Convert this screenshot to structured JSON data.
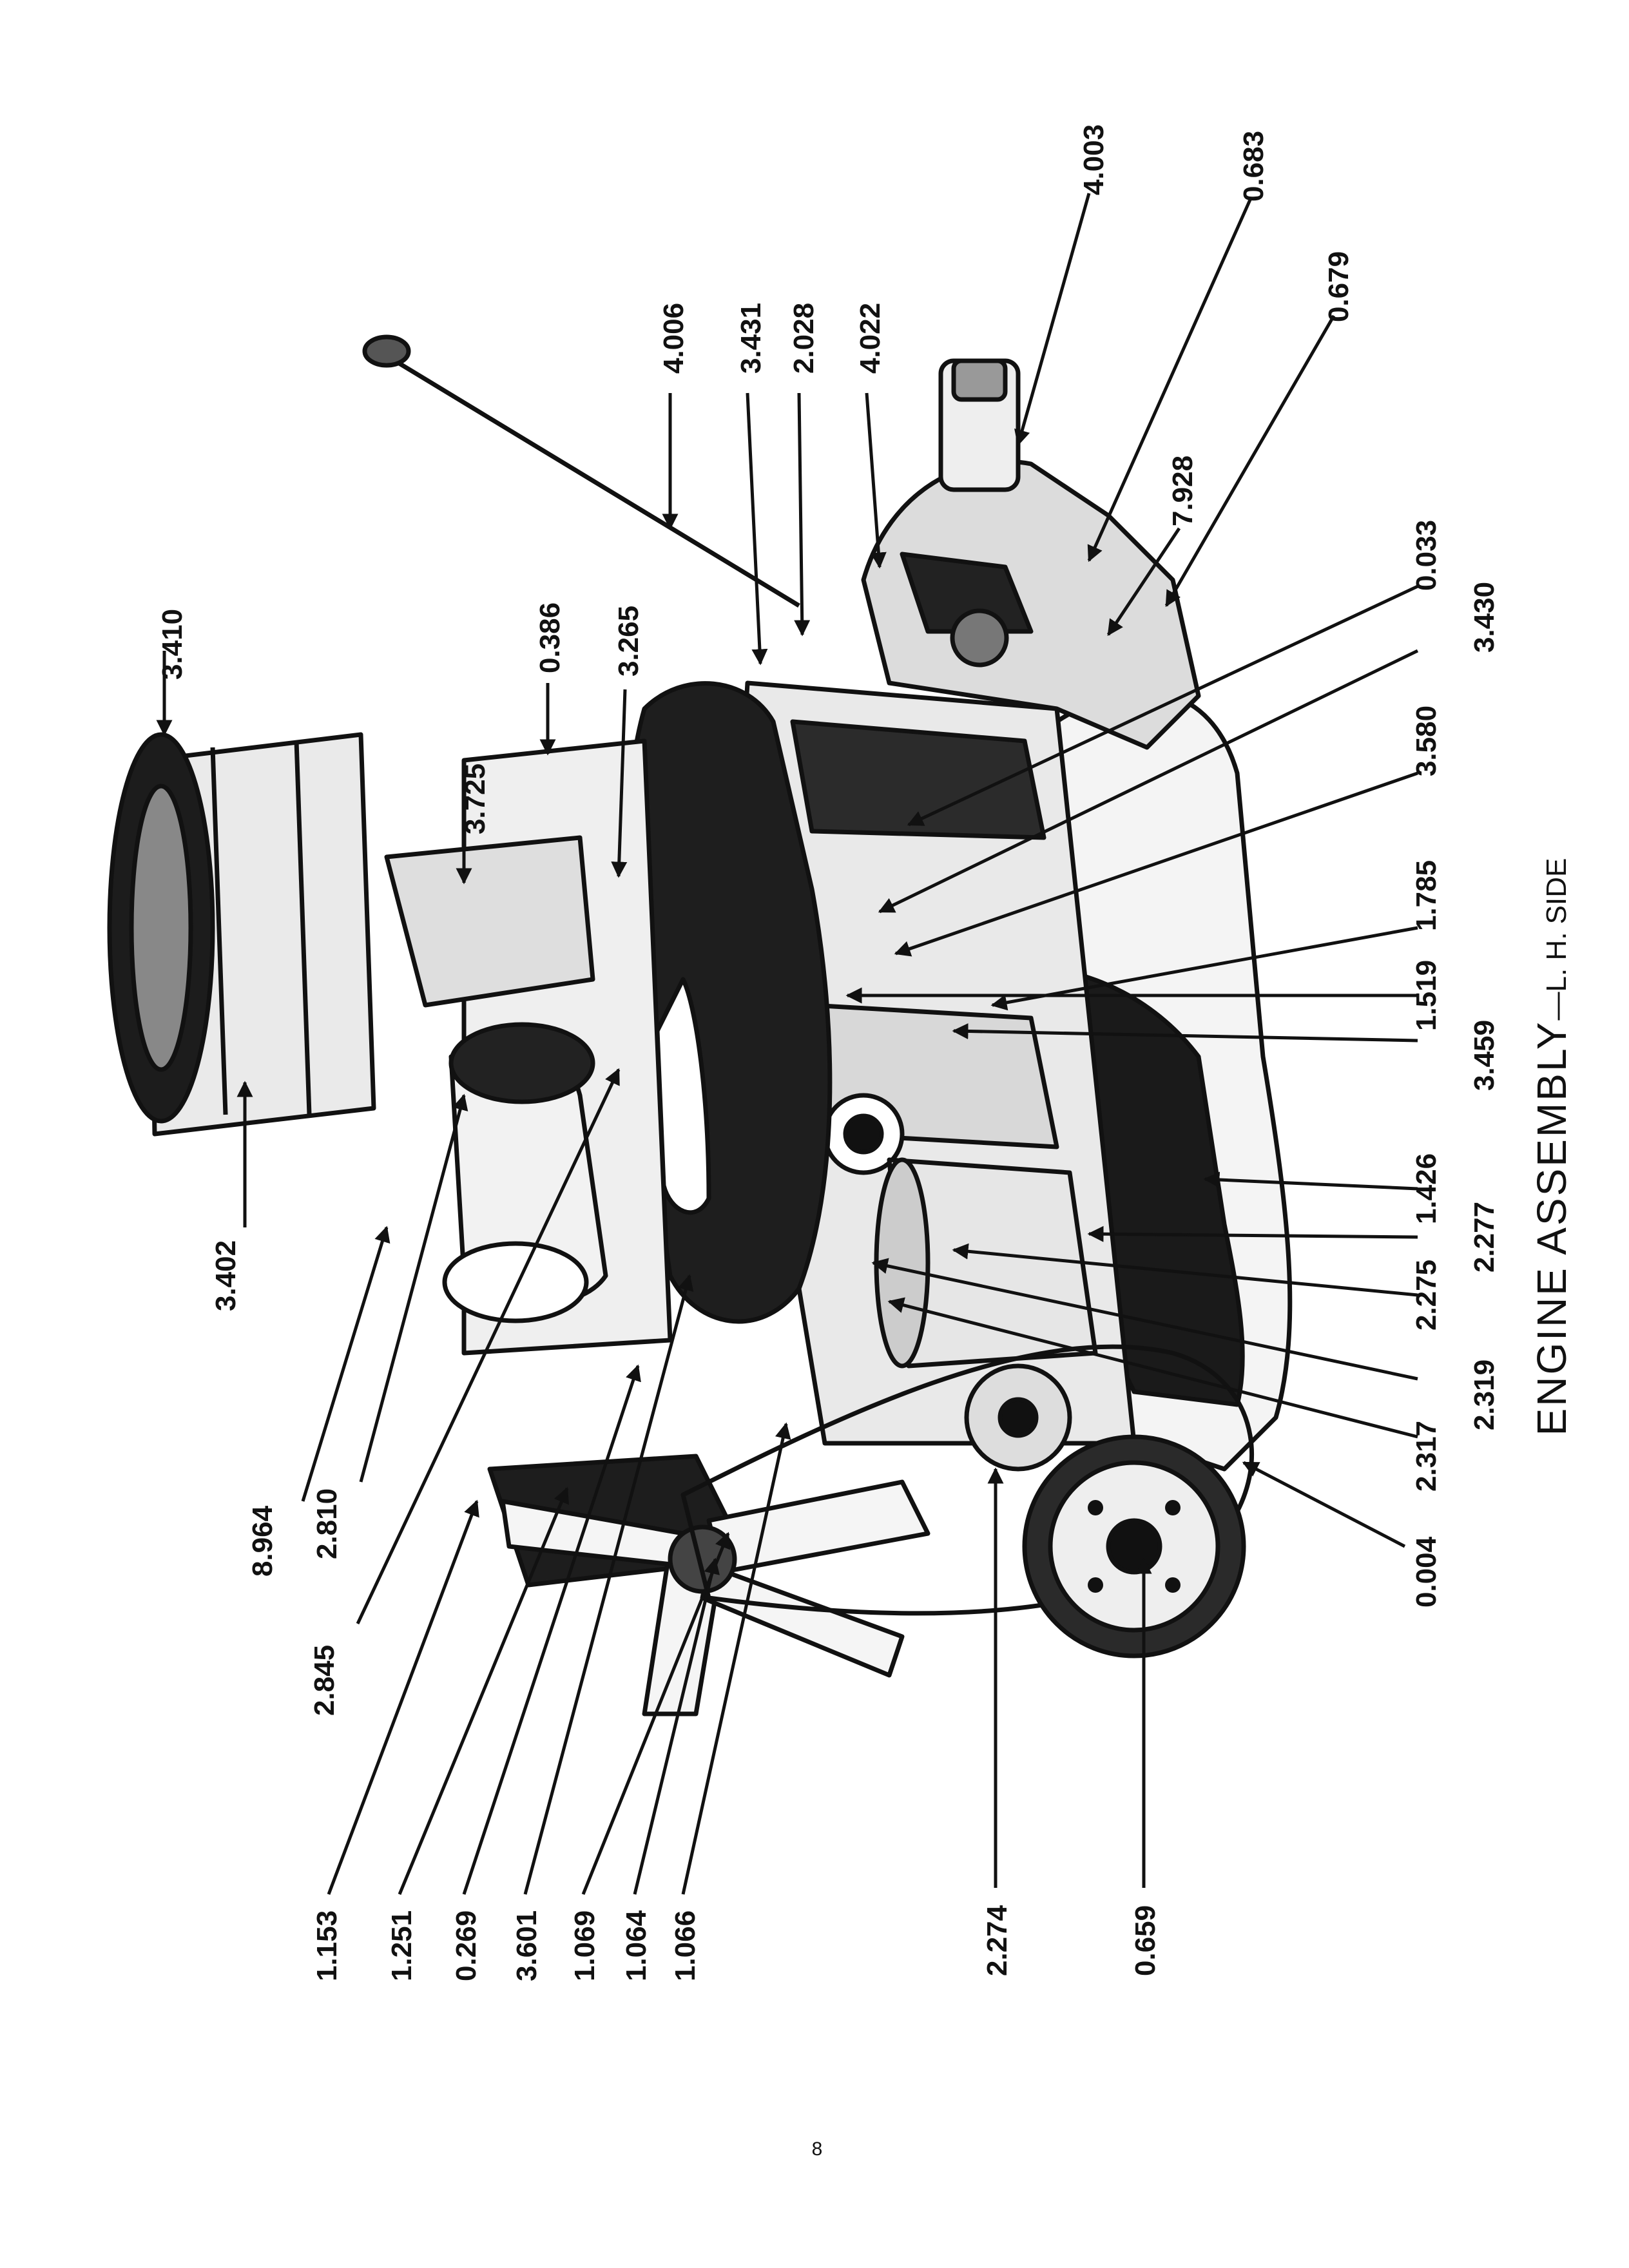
{
  "caption": {
    "main": "ENGINE ASSEMBLY",
    "suffix": "—L. H. SIDE"
  },
  "page_number": "8",
  "callouts": {
    "c3410": "3.410",
    "c3402": "3.402",
    "c3725": "3.725",
    "c0386": "0.386",
    "c3265": "3.265",
    "c4006": "4.006",
    "c3431": "3.431",
    "c2028": "2.028",
    "c4022": "4.022",
    "c4003": "4.003",
    "c0683": "0.683",
    "c7928": "7.928",
    "c0679": "0.679",
    "c0033": "0.033",
    "c3430": "3.430",
    "c3580": "3.580",
    "c1785": "1.785",
    "c1519": "1.519",
    "c3459": "3.459",
    "c1426": "1.426",
    "c2275": "2.275",
    "c2277": "2.277",
    "c2319": "2.319",
    "c2317": "2.317",
    "c0004": "0.004",
    "c8964": "8.964",
    "c2810": "2.810",
    "c2845": "2.845",
    "c1153": "1.153",
    "c1251": "1.251",
    "c0269": "0.269",
    "c3601": "3.601",
    "c1069": "1.069",
    "c1064": "1.064",
    "c1066": "1.066",
    "c2274": "2.274",
    "c0659": "0.659"
  }
}
